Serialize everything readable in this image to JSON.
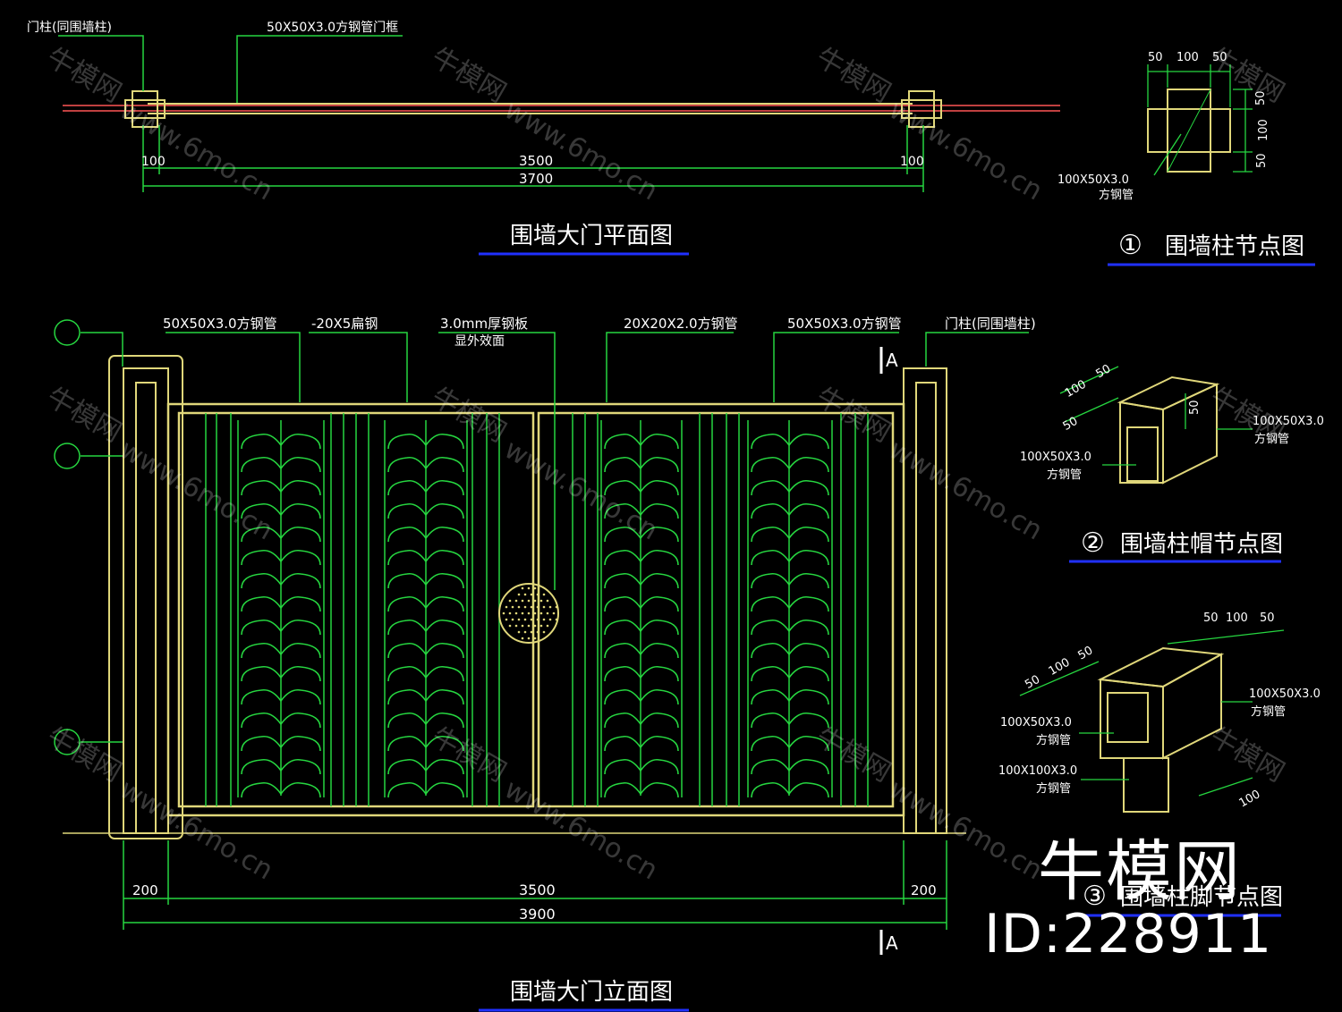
{
  "colors": {
    "background": "#000000",
    "frame": "#e0d77a",
    "green": "#26d640",
    "white": "#ffffff",
    "blue_line": "#2030ff",
    "red_line": "#c04040"
  },
  "plan": {
    "title": "围墙大门平面图",
    "label_post": "门柱(同围墙柱)",
    "label_frame": "50X50X3.0方钢管门框",
    "dim_left": "100",
    "dim_center": "3500",
    "dim_right": "100",
    "dim_total": "3700"
  },
  "detail1": {
    "number": "①",
    "title": "围墙柱节点图",
    "dim_a": "50",
    "dim_b": "100",
    "dim_c": "50",
    "dim_v1": "50",
    "dim_v2": "100",
    "dim_v3": "50",
    "pipe": "100X50X3.0",
    "pipe_type": "方钢管"
  },
  "elevation": {
    "title": "围墙大门立面图",
    "label1": "50X50X3.0方钢管",
    "label2": "-20X5扁钢",
    "label3a": "3.0mm厚钢板",
    "label3b": "显外效面",
    "label4": "20X20X2.0方钢管",
    "label5": "50X50X3.0方钢管",
    "label6": "门柱(同围墙柱)",
    "section_mark": "A",
    "dim_left": "200",
    "dim_center": "3500",
    "dim_right": "200",
    "dim_total": "3900"
  },
  "detail2": {
    "number": "②",
    "title": "围墙柱帽节点图",
    "dim_a": "100",
    "dim_b": "50",
    "dim_c": "50",
    "dim_d": "50",
    "pipe_left": "100X50X3.0",
    "pipe_left_type": "方钢管",
    "pipe_right": "100X50X3.0",
    "pipe_right_type": "方钢管"
  },
  "detail3": {
    "number": "③",
    "title": "围墙柱脚节点图",
    "dim_top_a": "50",
    "dim_top_b": "100",
    "dim_top_c": "50",
    "dim_side_a": "50",
    "dim_side_b": "100",
    "dim_side_c": "50",
    "dim_bottom": "100",
    "pipe1": "100X50X3.0",
    "pipe1_type": "方钢管",
    "pipe2": "100X100X3.0",
    "pipe2_type": "方钢管",
    "pipe3": "100X50X3.0",
    "pipe3_type": "方钢管"
  },
  "watermark": {
    "text": "牛模网",
    "url": "www.6mo.cn"
  },
  "brand": {
    "name": "牛模网",
    "id": "ID:228911"
  }
}
